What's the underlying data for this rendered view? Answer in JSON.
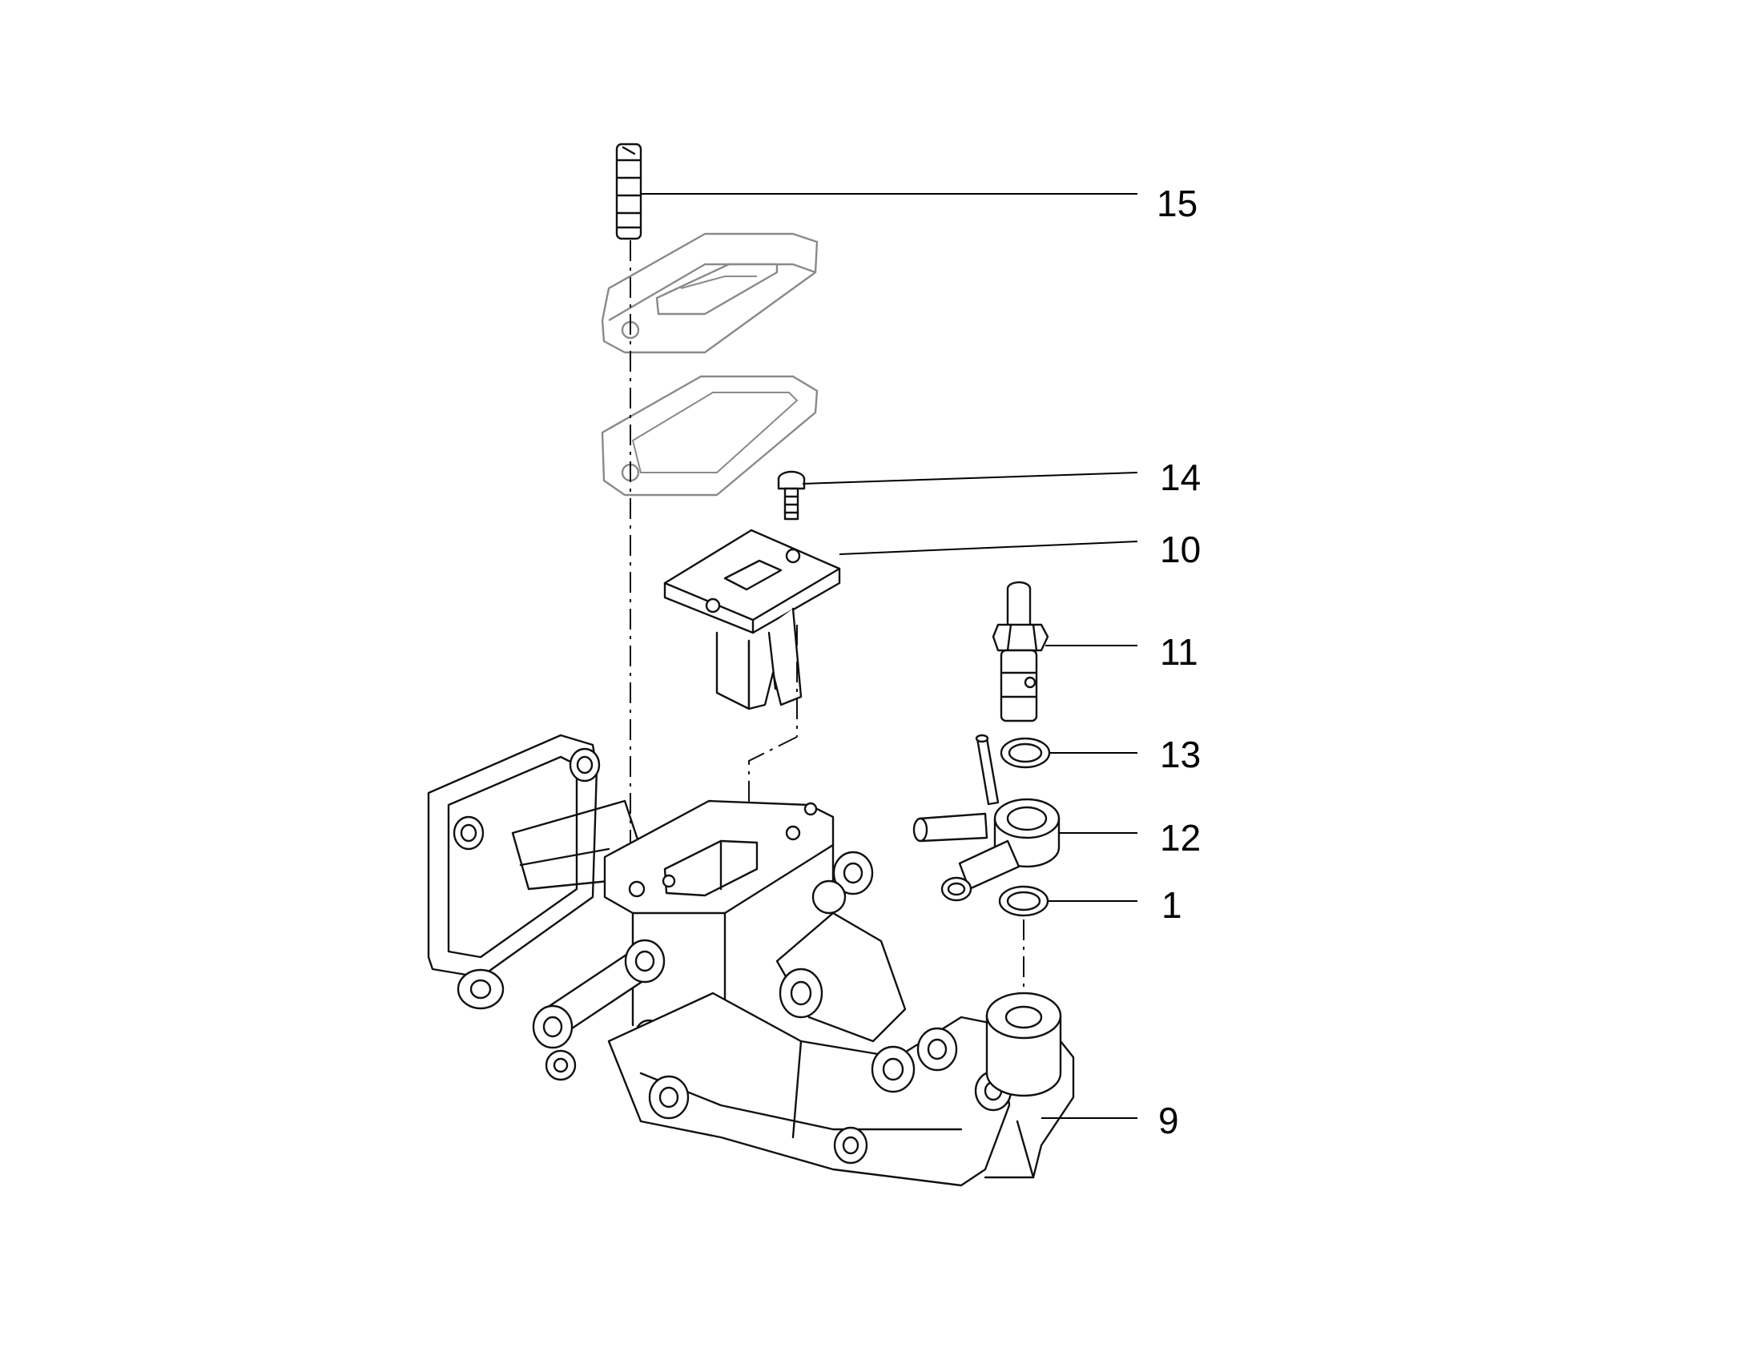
{
  "callouts": [
    {
      "id": "15",
      "text": "15"
    },
    {
      "id": "14",
      "text": "14"
    },
    {
      "id": "10",
      "text": "10"
    },
    {
      "id": "11",
      "text": "11"
    },
    {
      "id": "13",
      "text": "13"
    },
    {
      "id": "12",
      "text": "12"
    },
    {
      "id": "1",
      "text": "1"
    },
    {
      "id": "9",
      "text": "9"
    }
  ]
}
